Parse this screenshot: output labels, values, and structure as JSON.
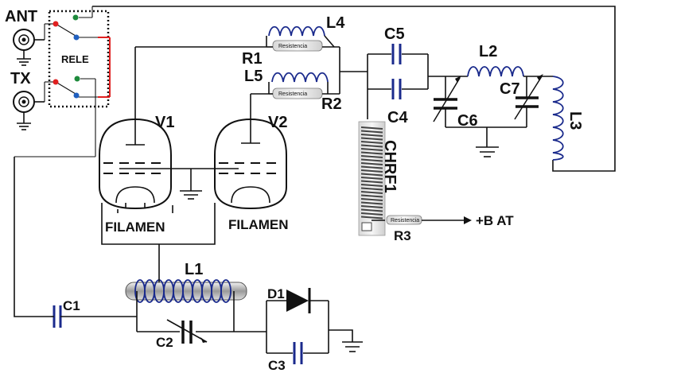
{
  "labels": {
    "ant": "ANT",
    "tx": "TX",
    "rele": "RELE",
    "v1": "V1",
    "v2": "V2",
    "filamen1": "FILAMEN",
    "filamen2": "FILAMEN",
    "l1": "L1",
    "l2": "L2",
    "l3": "L3",
    "l4": "L4",
    "l5": "L5",
    "r1": "R1",
    "r2": "R2",
    "r3": "R3",
    "c1": "C1",
    "c2": "C2",
    "c3": "C3",
    "c4": "C4",
    "c5": "C5",
    "c6": "C6",
    "c7": "C7",
    "d1": "D1",
    "chrf1": "CHRF1",
    "bat": "+B AT"
  },
  "resistor_text": {
    "r1": "Resistencia",
    "r2": "Resistencia",
    "r3": "Resistencia"
  },
  "colors": {
    "wire": "#111111",
    "component_blue": "#1a2a8c",
    "relay_line": "#e02020",
    "contact_red": "#e02020",
    "contact_green": "#1e8a3c",
    "contact_blue": "#2060c0"
  }
}
